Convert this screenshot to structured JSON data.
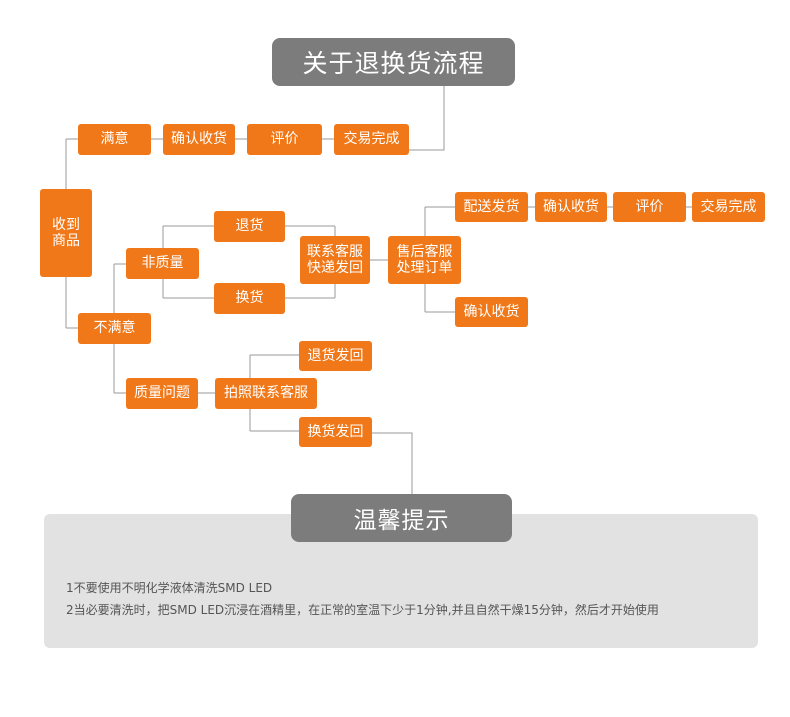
{
  "title": "关于退换货流程",
  "nodes": {
    "receive": "收到\n商品",
    "satisfied": "满意",
    "confirm_receipt_top": "确认收货",
    "review_top": "评价",
    "deal_done_top": "交易完成",
    "unsatisfied": "不满意",
    "non_quality": "非质量",
    "return_goods": "退货",
    "exchange_goods": "换货",
    "contact_service_ship": "联系客服\n快递发回",
    "after_sales": "售后客服\n处理订单",
    "ship_out": "配送发货",
    "confirm_receipt_right": "确认收货",
    "review_right": "评价",
    "deal_done_right": "交易完成",
    "confirm_receipt_bottom": "确认收货",
    "quality_issue": "质量问题",
    "photo_contact": "拍照联系客服",
    "return_ship_back": "退货发回",
    "exchange_ship_back": "换货发回"
  },
  "notice": {
    "title": "温馨提示",
    "lines": [
      "1不要使用不明化学液体清洗SMD LED",
      "2当必要清洗时，把SMD LED沉浸在酒精里，在正常的室温下少于1分钟,并且自然干燥15分钟，然后才开始使用"
    ]
  },
  "colors": {
    "accent": "#f07818",
    "title_bg": "#7c7c7c",
    "panel_bg": "#e2e2e2",
    "connector": "#9a9a9a"
  }
}
